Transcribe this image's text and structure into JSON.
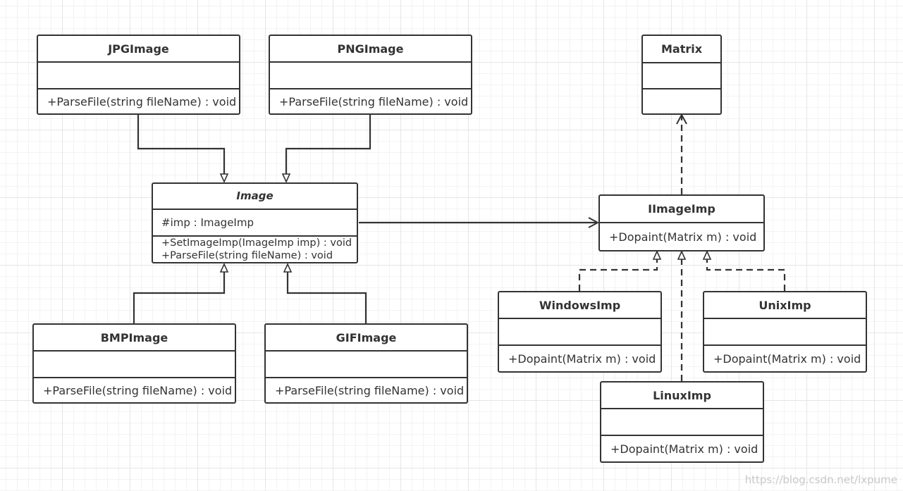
{
  "classes": {
    "jpg": {
      "name": "JPGImage",
      "attributes": [],
      "operations": [
        "+ParseFile(string fileName) : void"
      ]
    },
    "png": {
      "name": "PNGImage",
      "attributes": [],
      "operations": [
        "+ParseFile(string fileName) : void"
      ]
    },
    "image": {
      "name": "Image",
      "abstract": true,
      "attributes": [
        "#imp : ImageImp"
      ],
      "operations": [
        "+SetImageImp(ImageImp imp) : void",
        "+ParseFile(string fileName) : void"
      ]
    },
    "bmp": {
      "name": "BMPImage",
      "attributes": [],
      "operations": [
        "+ParseFile(string fileName) : void"
      ]
    },
    "gif": {
      "name": "GIFImage",
      "attributes": [],
      "operations": [
        "+ParseFile(string fileName) : void"
      ]
    },
    "matrix": {
      "name": "Matrix",
      "attributes": [],
      "operations": []
    },
    "iimageimp": {
      "name": "IImageImp",
      "operations": [
        "+Dopaint(Matrix m) : void"
      ]
    },
    "windows": {
      "name": "WindowsImp",
      "attributes": [],
      "operations": [
        "+Dopaint(Matrix m) : void"
      ]
    },
    "unix": {
      "name": "UnixImp",
      "attributes": [],
      "operations": [
        "+Dopaint(Matrix m) : void"
      ]
    },
    "linux": {
      "name": "LinuxImp",
      "attributes": [],
      "operations": [
        "+Dopaint(Matrix m) : void"
      ]
    }
  },
  "relations": [
    {
      "from": "JPGImage",
      "to": "Image",
      "type": "generalization"
    },
    {
      "from": "PNGImage",
      "to": "Image",
      "type": "generalization"
    },
    {
      "from": "BMPImage",
      "to": "Image",
      "type": "generalization"
    },
    {
      "from": "GIFImage",
      "to": "Image",
      "type": "generalization"
    },
    {
      "from": "Image",
      "to": "IImageImp",
      "type": "association"
    },
    {
      "from": "IImageImp",
      "to": "Matrix",
      "type": "dependency"
    },
    {
      "from": "WindowsImp",
      "to": "IImageImp",
      "type": "realization"
    },
    {
      "from": "UnixImp",
      "to": "IImageImp",
      "type": "realization"
    },
    {
      "from": "LinuxImp",
      "to": "IImageImp",
      "type": "realization"
    }
  ],
  "colors": {
    "stroke": "#333333",
    "grid": "#e6e6e6",
    "watermark": "#c8c8c8"
  },
  "watermark": "https://blog.csdn.net/lxpume"
}
